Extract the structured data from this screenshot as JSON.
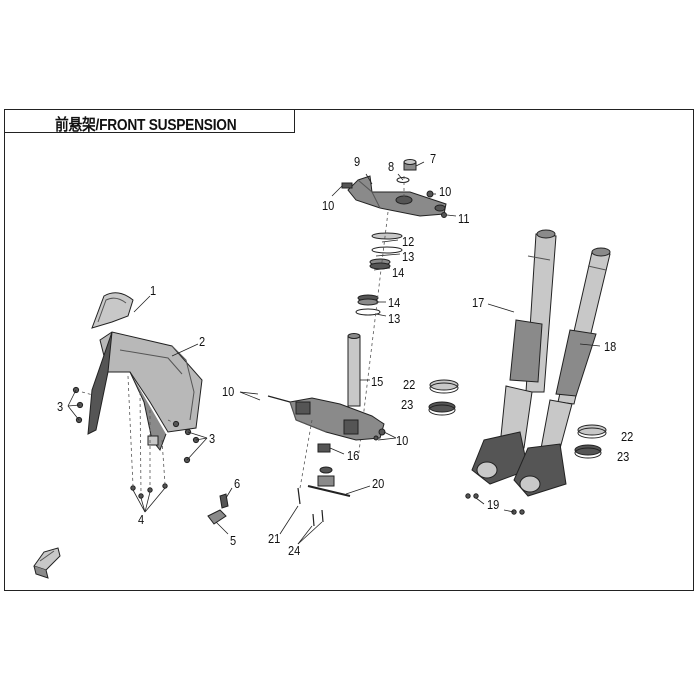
{
  "diagram": {
    "title": "前悬架/FRONT SUSPENSION",
    "colors": {
      "line": "#222222",
      "part_dark": "#555555",
      "part_mid": "#8a8a8a",
      "part_light": "#c8c8c8"
    },
    "callouts": {
      "c1": "1",
      "c2": "2",
      "c3a": "3",
      "c3b": "3",
      "c4": "4",
      "c5": "5",
      "c6": "6",
      "c7": "7",
      "c8": "8",
      "c9": "9",
      "c10a": "10",
      "c10b": "10",
      "c10c": "10",
      "c10d": "10",
      "c11": "11",
      "c12": "12",
      "c13a": "13",
      "c13b": "13",
      "c14a": "14",
      "c14b": "14",
      "c15": "15",
      "c16": "16",
      "c17": "17",
      "c18": "18",
      "c19": "19",
      "c20": "20",
      "c21": "21",
      "c22a": "22",
      "c22b": "22",
      "c23a": "23",
      "c23b": "23",
      "c24": "24"
    },
    "direction_icon": "front-arrow-icon"
  }
}
